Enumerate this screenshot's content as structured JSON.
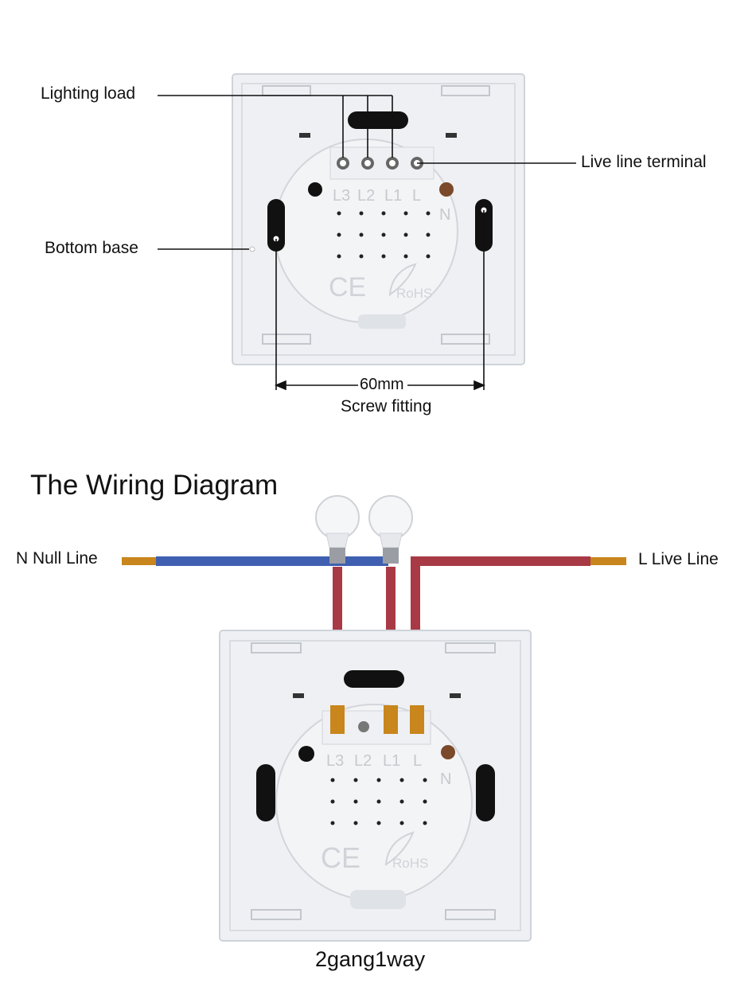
{
  "callouts": {
    "lighting_load": "Lighting load",
    "live_line_terminal": "Live line terminal",
    "bottom_base": "Bottom base",
    "dimension": "60mm",
    "screw_fitting": "Screw fitting"
  },
  "terminal_labels": [
    "L3",
    "L2",
    "L1",
    "L"
  ],
  "neutral_mark": "N",
  "marks": {
    "ce": "CE",
    "rohs": "RoHS"
  },
  "wiring": {
    "title": "The Wiring Diagram",
    "null_line": "N Null Line",
    "live_line": "L Live Line",
    "model": "2gang1way"
  },
  "colors": {
    "neutral_wire": "#3f5fb0",
    "live_wire": "#a83a45",
    "copper": "#c8861c",
    "panel": "#eef0f3",
    "panel_edge": "#cfd3d9"
  }
}
